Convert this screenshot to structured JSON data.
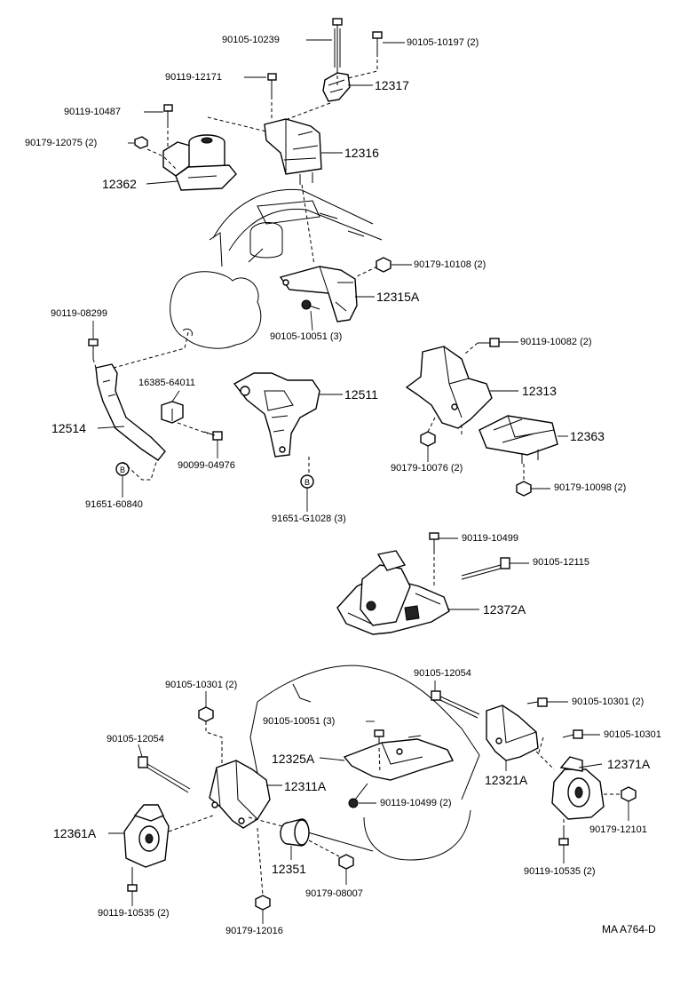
{
  "labels": {
    "p90105_10239": "90105-10239",
    "p90105_10197": "90105-10197 (2)",
    "p90119_12171": "90119-12171",
    "p12317": "12317",
    "p90119_10487": "90119-10487",
    "p90179_12075": "90179-12075 (2)",
    "p12316": "12316",
    "p12362": "12362",
    "p90179_10108": "90179-10108 (2)",
    "p12315A": "12315A",
    "p90105_10051a": "90105-10051 (3)",
    "p90119_08299": "90119-08299",
    "p16385_64011": "16385-64011",
    "p12511": "12511",
    "p90119_10082": "90119-10082 (2)",
    "p12313": "12313",
    "p12514": "12514",
    "p12363": "12363",
    "p90099_04976": "90099-04976",
    "p90179_10076": "90179-10076 (2)",
    "p90179_10098": "90179-10098 (2)",
    "p91651_60840": "91651-60840",
    "p91651_G1028": "91651-G1028 (3)",
    "p90119_10499a": "90119-10499",
    "p90105_12115": "90105-12115",
    "p12372A": "12372A",
    "p90105_12054a": "90105-12054",
    "p90105_10301a": "90105-10301 (2)",
    "p90105_10301b": "90105-10301 (2)",
    "p90105_10051b": "90105-10051 (3)",
    "p90105_10301c": "90105-10301",
    "p90105_12054b": "90105-12054",
    "p12325A": "12325A",
    "p12371A": "12371A",
    "p12321A": "12321A",
    "p12311A": "12311A",
    "p90119_10499b": "90119-10499 (2)",
    "p12361A": "12361A",
    "p90179_12101": "90179-12101",
    "p12351": "12351",
    "p90179_08007": "90179-08007",
    "p90119_10535a": "90119-10535 (2)",
    "p90119_10535b": "90119-10535 (2)",
    "p90179_12016": "90179-12016",
    "footer": "MA  A764-D"
  }
}
